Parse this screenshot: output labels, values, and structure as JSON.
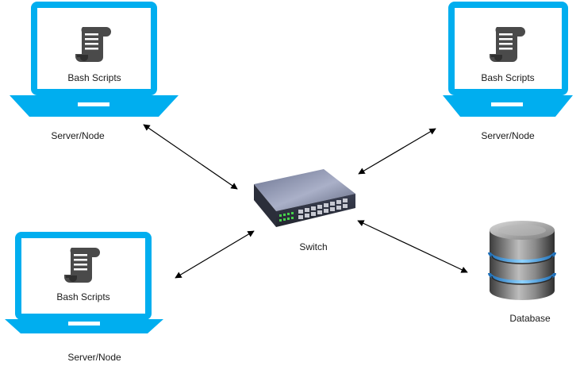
{
  "colors": {
    "laptop_frame": "#00aeef",
    "scroll_icon": "#4a4a4a",
    "edge": "#000000"
  },
  "nodes": [
    {
      "id": "laptop-top-left",
      "kind": "laptop",
      "icon": "scroll-icon",
      "inner_label": "Bash Scripts",
      "label": "Server/Node"
    },
    {
      "id": "laptop-top-right",
      "kind": "laptop",
      "icon": "scroll-icon",
      "inner_label": "Bash Scripts",
      "label": "Server/Node"
    },
    {
      "id": "laptop-bottom-left",
      "kind": "laptop",
      "icon": "scroll-icon",
      "inner_label": "Bash Scripts",
      "label": "Server/Node"
    },
    {
      "id": "switch",
      "kind": "switch",
      "icon": "network-switch-icon",
      "label": "Switch"
    },
    {
      "id": "database",
      "kind": "database",
      "icon": "database-icon",
      "label": "Database"
    }
  ],
  "edges": [
    {
      "from": "laptop-top-left",
      "to": "switch",
      "bidirectional": true
    },
    {
      "from": "laptop-top-right",
      "to": "switch",
      "bidirectional": true
    },
    {
      "from": "laptop-bottom-left",
      "to": "switch",
      "bidirectional": true
    },
    {
      "from": "switch",
      "to": "database",
      "bidirectional": true
    }
  ]
}
